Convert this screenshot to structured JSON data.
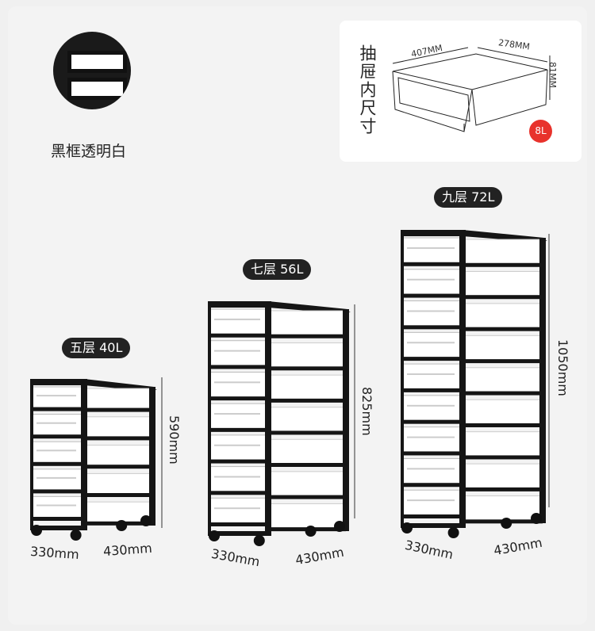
{
  "swatch": {
    "label": "黑框透明白"
  },
  "inner": {
    "title": "抽屉内尺寸",
    "depth": "407MM",
    "width": "278MM",
    "height": "81MM",
    "volume": "8L"
  },
  "models": [
    {
      "label": "五层 40L",
      "height": "590mm",
      "depth": "330mm",
      "width": "430mm",
      "drawers": 5
    },
    {
      "label": "七层 56L",
      "height": "825mm",
      "depth": "330mm",
      "width": "430mm",
      "drawers": 7
    },
    {
      "label": "九层 72L",
      "height": "1050mm",
      "depth": "330mm",
      "width": "430mm",
      "drawers": 9
    }
  ],
  "colors": {
    "frame": "#151515",
    "drawer": "#ffffff",
    "badge": "#e8322c",
    "pill": "#222222"
  }
}
